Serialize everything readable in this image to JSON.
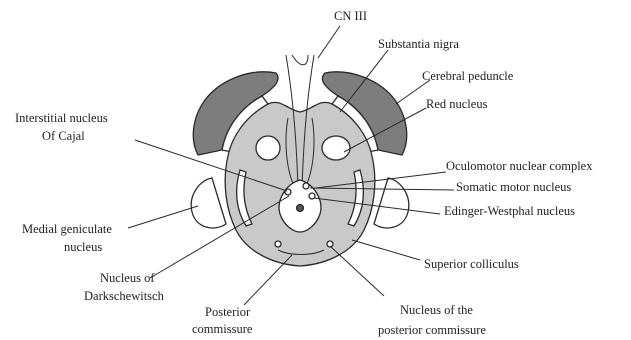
{
  "labels": {
    "cn3": "CN III",
    "substantia_nigra": "Substantia nigra",
    "cerebral_peduncle": "Cerebral peduncle",
    "red_nucleus": "Red nucleus",
    "interstitial_line1": "Interstitial nucleus",
    "interstitial_line2": "Of Cajal",
    "oculomotor_complex": "Oculomotor nuclear complex",
    "somatic_motor": "Somatic motor nucleus",
    "edinger_westphal": "Edinger-Westphal nucleus",
    "medial_geniculate_line1": "Medial geniculate",
    "medial_geniculate_line2": "nucleus",
    "superior_colliculus": "Superior colliculus",
    "darkschewitsch_line1": "Nucleus of",
    "darkschewitsch_line2": "Darkschewitsch",
    "posterior_commissure_line1": "Posterior",
    "posterior_commissure_line2": "commissure",
    "nucleus_post_comm_line1": "Nucleus of the",
    "nucleus_post_comm_line2": "posterior commissure"
  },
  "colors": {
    "peduncle": "#7d7d7d",
    "tegmentum": "#c9c9c9",
    "outline": "#2a2a2a",
    "text": "#222222"
  }
}
